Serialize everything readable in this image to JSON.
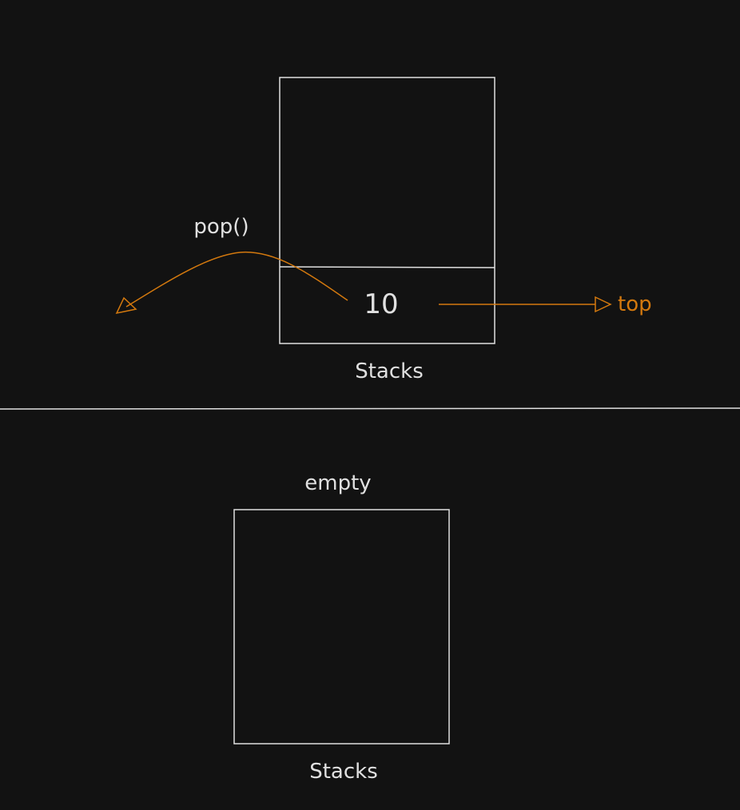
{
  "colors": {
    "background": "#121212",
    "stroke": "#e0e0e0",
    "accent": "#d4790e"
  },
  "before": {
    "operation_label": "pop()",
    "element_value": "10",
    "top_label": "top",
    "caption": "Stacks"
  },
  "after": {
    "status_label": "empty",
    "caption": "Stacks"
  }
}
